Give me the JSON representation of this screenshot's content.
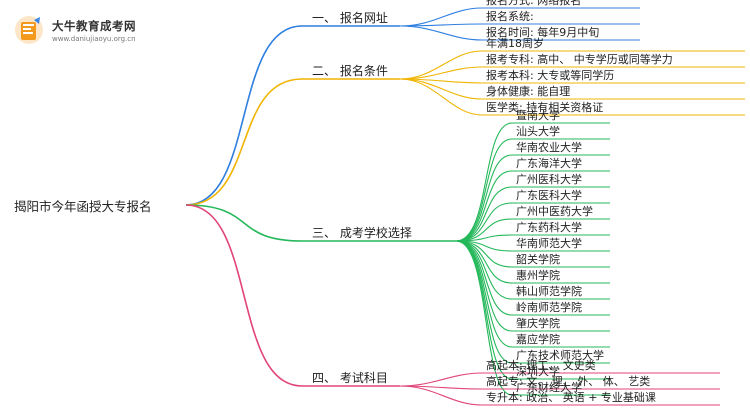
{
  "logo": {
    "title": "大牛教育成考网",
    "url": "www.daniujiaoyu.org.cn"
  },
  "root": "揭阳市今年函授大专报名",
  "branches": [
    {
      "label": "一、 报名网址",
      "color": "#2f7fe0",
      "items": [
        "报名方式: 网络报名",
        "报名系统:",
        "报名时间: 每年9月中旬"
      ]
    },
    {
      "label": "二、 报名条件",
      "color": "#f0b400",
      "items": [
        "年满18周岁",
        "报考专科: 高中、 中专学历或同等学力",
        "报考本科: 大专或等同学历",
        "身体健康: 能自理",
        "医学类: 持有相关资格证"
      ]
    },
    {
      "label": "三、 成考学校选择",
      "color": "#24b85a",
      "items": [
        "暨南大学",
        "汕头大学",
        "华南农业大学",
        "广东海洋大学",
        "广州医科大学",
        "广东医科大学",
        "广州中医药大学",
        "广东药科大学",
        "华南师范大学",
        "韶关学院",
        "惠州学院",
        "韩山师范学院",
        "岭南师范学院",
        "肇庆学院",
        "嘉应学院",
        "广东技术师范大学",
        "深圳大学",
        "广东财经大学"
      ]
    },
    {
      "label": "四、 考试科目",
      "color": "#e0457a",
      "items": [
        "高起本: 理工、 文史类",
        "高起专: 文、 理、 外、 体、 艺类",
        "专升本: 政治、 英语 + 专业基础课"
      ]
    }
  ]
}
